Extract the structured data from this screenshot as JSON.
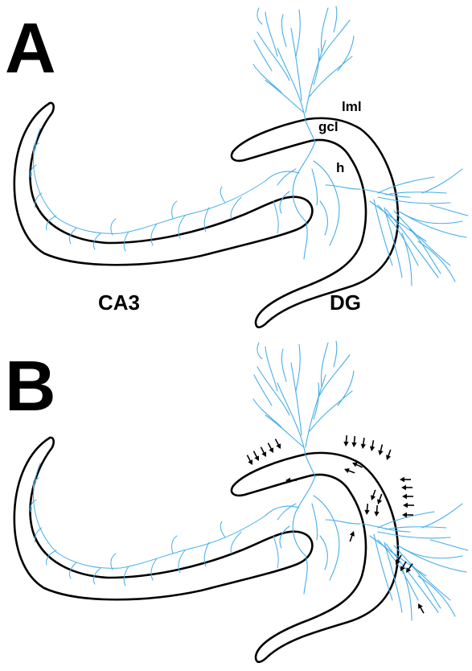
{
  "panels": [
    {
      "letter": "A",
      "region_labels": {
        "ca3": "CA3",
        "dg": "DG"
      },
      "layer_labels": {
        "lml": "lml",
        "gcl": "gcl",
        "h": "h"
      }
    },
    {
      "letter": "B"
    }
  ],
  "colors": {
    "neuron": "#47aee8",
    "outline": "#000000",
    "arrows": "#000000"
  }
}
